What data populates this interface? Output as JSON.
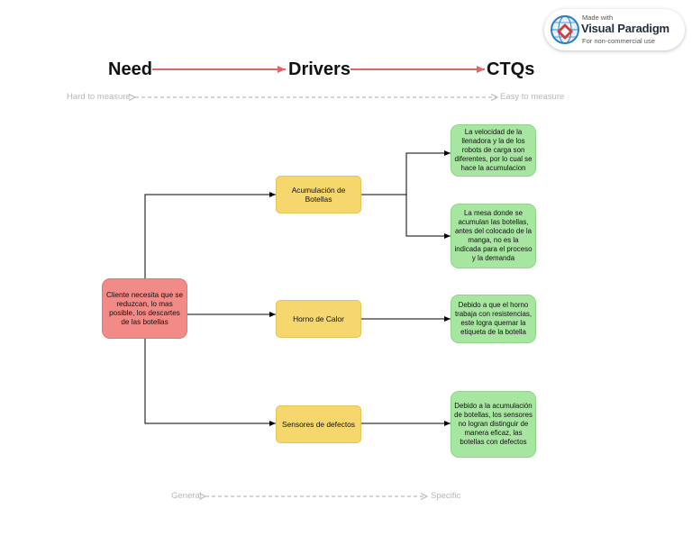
{
  "headers": {
    "need": "Need",
    "drivers": "Drivers",
    "ctqs": "CTQs"
  },
  "scales": {
    "hard": "Hard to measure",
    "easy": "Easy to measure",
    "general": "General",
    "specific": "Specific"
  },
  "need_node": "Cliente necesita que se reduzcan, lo mas posible, los descartes de las botellas",
  "drivers": [
    "Acumulación de Botellas",
    "Horno de Calor",
    "Sensores de defectos"
  ],
  "ctqs": [
    "La velocidad de la llenadora y la de los robots de carga son diferentes, por lo cual se hace la acumulacion",
    "La mesa donde se acumulan las botellas, antes del colocado de la manga, no es la indicada para el proceso y la demanda",
    "Debido a que el horno trabaja con resistencias, este logra quemar la etiqueta de la botella",
    "Debido a la acumulación de botellas, los sensores no logran distinguir de manera eficaz, las botellas con defectos"
  ],
  "badge": {
    "made_with": "Made with",
    "brand": "Visual Paradigm",
    "note": "For non-commercial use"
  },
  "colors": {
    "header_arrow": "#e06666",
    "need": "#f28b87",
    "driver": "#f5d76e",
    "ctq": "#a7e6a0",
    "scale_text": "#b8b8b8"
  }
}
